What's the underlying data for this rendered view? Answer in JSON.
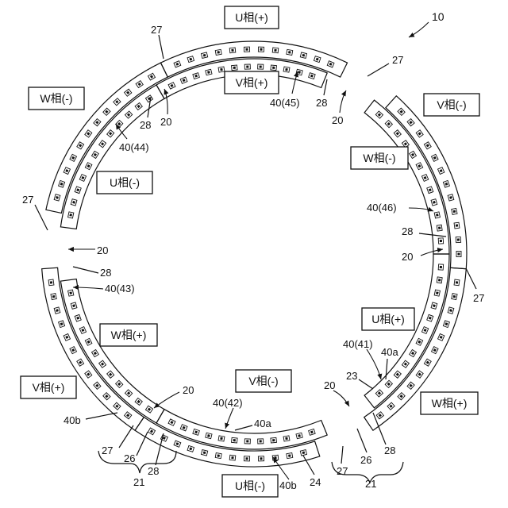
{
  "figure": {
    "number": "10",
    "phase_labels": [
      {
        "id": "u-plus",
        "text": "U相(+)"
      },
      {
        "id": "v-plus-inner",
        "text": "V相(+)"
      },
      {
        "id": "w-minus-left",
        "text": "W相(-)"
      },
      {
        "id": "v-minus-right",
        "text": "V相(-)"
      },
      {
        "id": "w-minus-inner-right",
        "text": "W相(-)"
      },
      {
        "id": "u-minus-inner-left",
        "text": "U相(-)"
      },
      {
        "id": "w-plus-inner-left",
        "text": "W相(+)"
      },
      {
        "id": "u-plus-inner-right",
        "text": "U相(+)"
      },
      {
        "id": "v-minus-inner-bottom",
        "text": "V相(-)"
      },
      {
        "id": "v-plus-left",
        "text": "V相(+)"
      },
      {
        "id": "w-plus-right",
        "text": "W相(+)"
      },
      {
        "id": "u-minus-bottom",
        "text": "U相(-)"
      }
    ],
    "ref_labels": [
      {
        "id": "r27-top",
        "text": "27"
      },
      {
        "id": "r27-topright",
        "text": "27"
      },
      {
        "id": "r27-left",
        "text": "27"
      },
      {
        "id": "r27-right",
        "text": "27"
      },
      {
        "id": "r27-bottomleft",
        "text": "27"
      },
      {
        "id": "r27-bottomright",
        "text": "27"
      },
      {
        "id": "r28-topleft",
        "text": "28"
      },
      {
        "id": "r28-top",
        "text": "28"
      },
      {
        "id": "r28-right",
        "text": "28"
      },
      {
        "id": "r28-left",
        "text": "28"
      },
      {
        "id": "r28-bottomleft",
        "text": "28"
      },
      {
        "id": "r28-bottomright",
        "text": "28"
      },
      {
        "id": "r20-topleft",
        "text": "20"
      },
      {
        "id": "r20-top",
        "text": "20"
      },
      {
        "id": "r20-left",
        "text": "20"
      },
      {
        "id": "r20-right",
        "text": "20"
      },
      {
        "id": "r20-bottomleft",
        "text": "20"
      },
      {
        "id": "r20-bottomright",
        "text": "20"
      },
      {
        "id": "r40-44",
        "text": "40(44)"
      },
      {
        "id": "r40-45",
        "text": "40(45)"
      },
      {
        "id": "r40-46",
        "text": "40(46)"
      },
      {
        "id": "r40-43",
        "text": "40(43)"
      },
      {
        "id": "r40-41",
        "text": "40(41)"
      },
      {
        "id": "r40-42",
        "text": "40(42)"
      },
      {
        "id": "r40a-right",
        "text": "40a"
      },
      {
        "id": "r40a-bottom",
        "text": "40a"
      },
      {
        "id": "r40b-left",
        "text": "40b"
      },
      {
        "id": "r40b-bottom",
        "text": "40b"
      },
      {
        "id": "r23",
        "text": "23"
      },
      {
        "id": "r24",
        "text": "24"
      },
      {
        "id": "r26-left",
        "text": "26"
      },
      {
        "id": "r26-right",
        "text": "26"
      },
      {
        "id": "r21-left",
        "text": "21"
      },
      {
        "id": "r21-right",
        "text": "21"
      }
    ]
  }
}
